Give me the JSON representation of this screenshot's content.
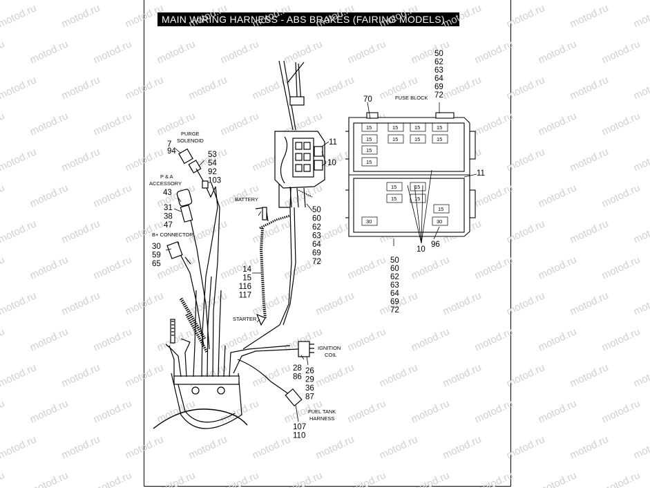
{
  "title": "MAIN WIRING  HARNESS - ABS BRAKES (FAIRING MODELS)",
  "watermark": "motod.ru",
  "colors": {
    "title_bg": "#000000",
    "title_fg": "#ffffff",
    "line": "#000000",
    "watermark": "#cfcfcf"
  },
  "labels": {
    "purge_solenoid_1": "PURGE",
    "purge_solenoid_2": "SOLENOID",
    "pa_accessory_1": "P & A",
    "pa_accessory_2": "ACCESSORY",
    "b_connector": "B+ CONNECTOR",
    "battery": "BATTERY",
    "starter": "STARTER",
    "ignition_coil_1": "IGNITION",
    "ignition_coil_2": "COIL",
    "fuel_tank_1": "FUEL TANK",
    "fuel_tank_2": "HARNESS",
    "fuse_block": "FUSE BLOCK"
  },
  "callouts": {
    "purge_left": [
      "7",
      "94"
    ],
    "purge_right": [
      "53",
      "54",
      "92",
      "103"
    ],
    "pa": [
      "43"
    ],
    "pa_below": [
      "31",
      "38",
      "47"
    ],
    "bplus": [
      "30",
      "59",
      "65"
    ],
    "battery_cable": [
      "14",
      "15",
      "116",
      "117"
    ],
    "relay_11": "11",
    "relay_10": "10",
    "center_group": [
      "50",
      "60",
      "62",
      "63",
      "64",
      "69",
      "72"
    ],
    "ign_left": [
      "28",
      "86"
    ],
    "ign_right": [
      "26",
      "29",
      "36",
      "87"
    ],
    "fuel_tank": [
      "107",
      "110"
    ],
    "fuse_top": [
      "50",
      "62",
      "63",
      "64",
      "69",
      "72"
    ],
    "fuse_70": "70",
    "fuse_11": "11",
    "fuse_10": "10",
    "fuse_96": "96",
    "fuse_bottom": [
      "50",
      "60",
      "62",
      "63",
      "64",
      "69",
      "72"
    ]
  },
  "fuse_ratings": {
    "small": "15",
    "large": "30"
  }
}
